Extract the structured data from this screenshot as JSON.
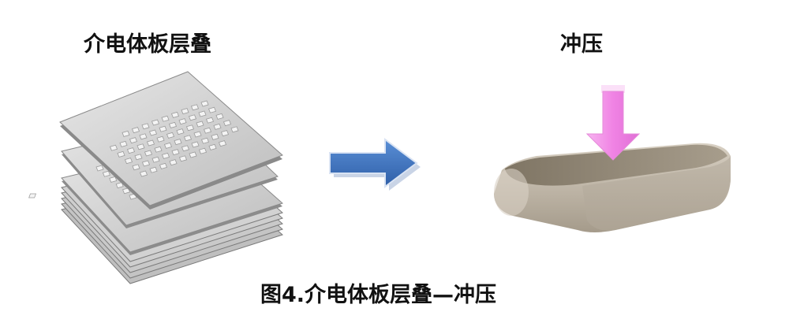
{
  "diagram": {
    "left_label": "介电体板层叠",
    "right_label": "冲压",
    "caption": "图4.介电体板层叠—冲压"
  },
  "colors": {
    "plate_top": "#d4d4d4",
    "plate_edge": "#8c8c8c",
    "hole": "#f4f4f4",
    "arrow_blue": "#3f74bd",
    "press_pink": "#f08be6",
    "block_top": "#908674",
    "block_side": "#c8bfb2"
  },
  "icons": {
    "process_arrow": "arrow-right-icon",
    "press_arrow": "arrow-down-icon"
  }
}
